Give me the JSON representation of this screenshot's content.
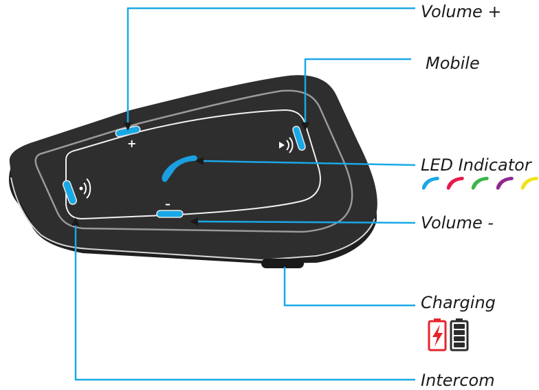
{
  "labels": {
    "volume_plus": "Volume +",
    "mobile": "Mobile",
    "led_indicator": "LED Indicator",
    "volume_minus": "Volume -",
    "charging": "Charging",
    "intercom": "Intercom"
  },
  "button_symbols": {
    "plus": "+",
    "minus": "–"
  },
  "colors": {
    "device_body": "#2e2e2e",
    "device_trim": "#9a9a9a",
    "button_accent": "#19a8e6",
    "leader_line": "#19a8e6",
    "led_logo": "#1b9fe0",
    "battery_charging": "#e5242b",
    "battery_full": "#2b2b2b"
  },
  "led_colors": [
    "#19a8e6",
    "#e6194b",
    "#3cb54a",
    "#8e2a8e",
    "#f0e21c"
  ],
  "icons": {
    "led_logo": "cardo-logo-icon",
    "mobile_button": "phone-sound-icon",
    "intercom_button": "wifi-signal-icon",
    "charging_state": "battery-charging-icon",
    "charged_state": "battery-full-icon"
  }
}
